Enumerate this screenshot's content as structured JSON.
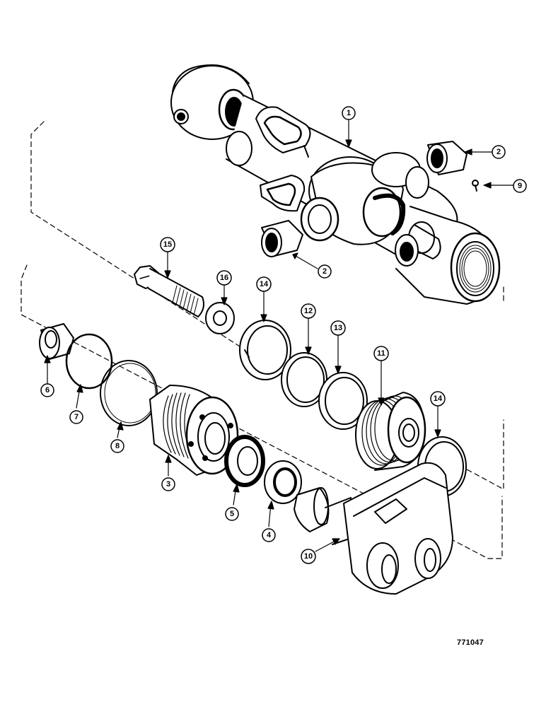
{
  "figure_id": "771047",
  "callouts": [
    {
      "id": "c1",
      "label": "1"
    },
    {
      "id": "c2a",
      "label": "2"
    },
    {
      "id": "c2b",
      "label": "2"
    },
    {
      "id": "c9",
      "label": "9"
    },
    {
      "id": "c15",
      "label": "15"
    },
    {
      "id": "c16",
      "label": "16"
    },
    {
      "id": "c14a",
      "label": "14"
    },
    {
      "id": "c12",
      "label": "12"
    },
    {
      "id": "c13",
      "label": "13"
    },
    {
      "id": "c11",
      "label": "11"
    },
    {
      "id": "c14b",
      "label": "14"
    },
    {
      "id": "c6",
      "label": "6"
    },
    {
      "id": "c7",
      "label": "7"
    },
    {
      "id": "c8",
      "label": "8"
    },
    {
      "id": "c3",
      "label": "3"
    },
    {
      "id": "c5",
      "label": "5"
    },
    {
      "id": "c4",
      "label": "4"
    },
    {
      "id": "c10",
      "label": "10"
    }
  ]
}
